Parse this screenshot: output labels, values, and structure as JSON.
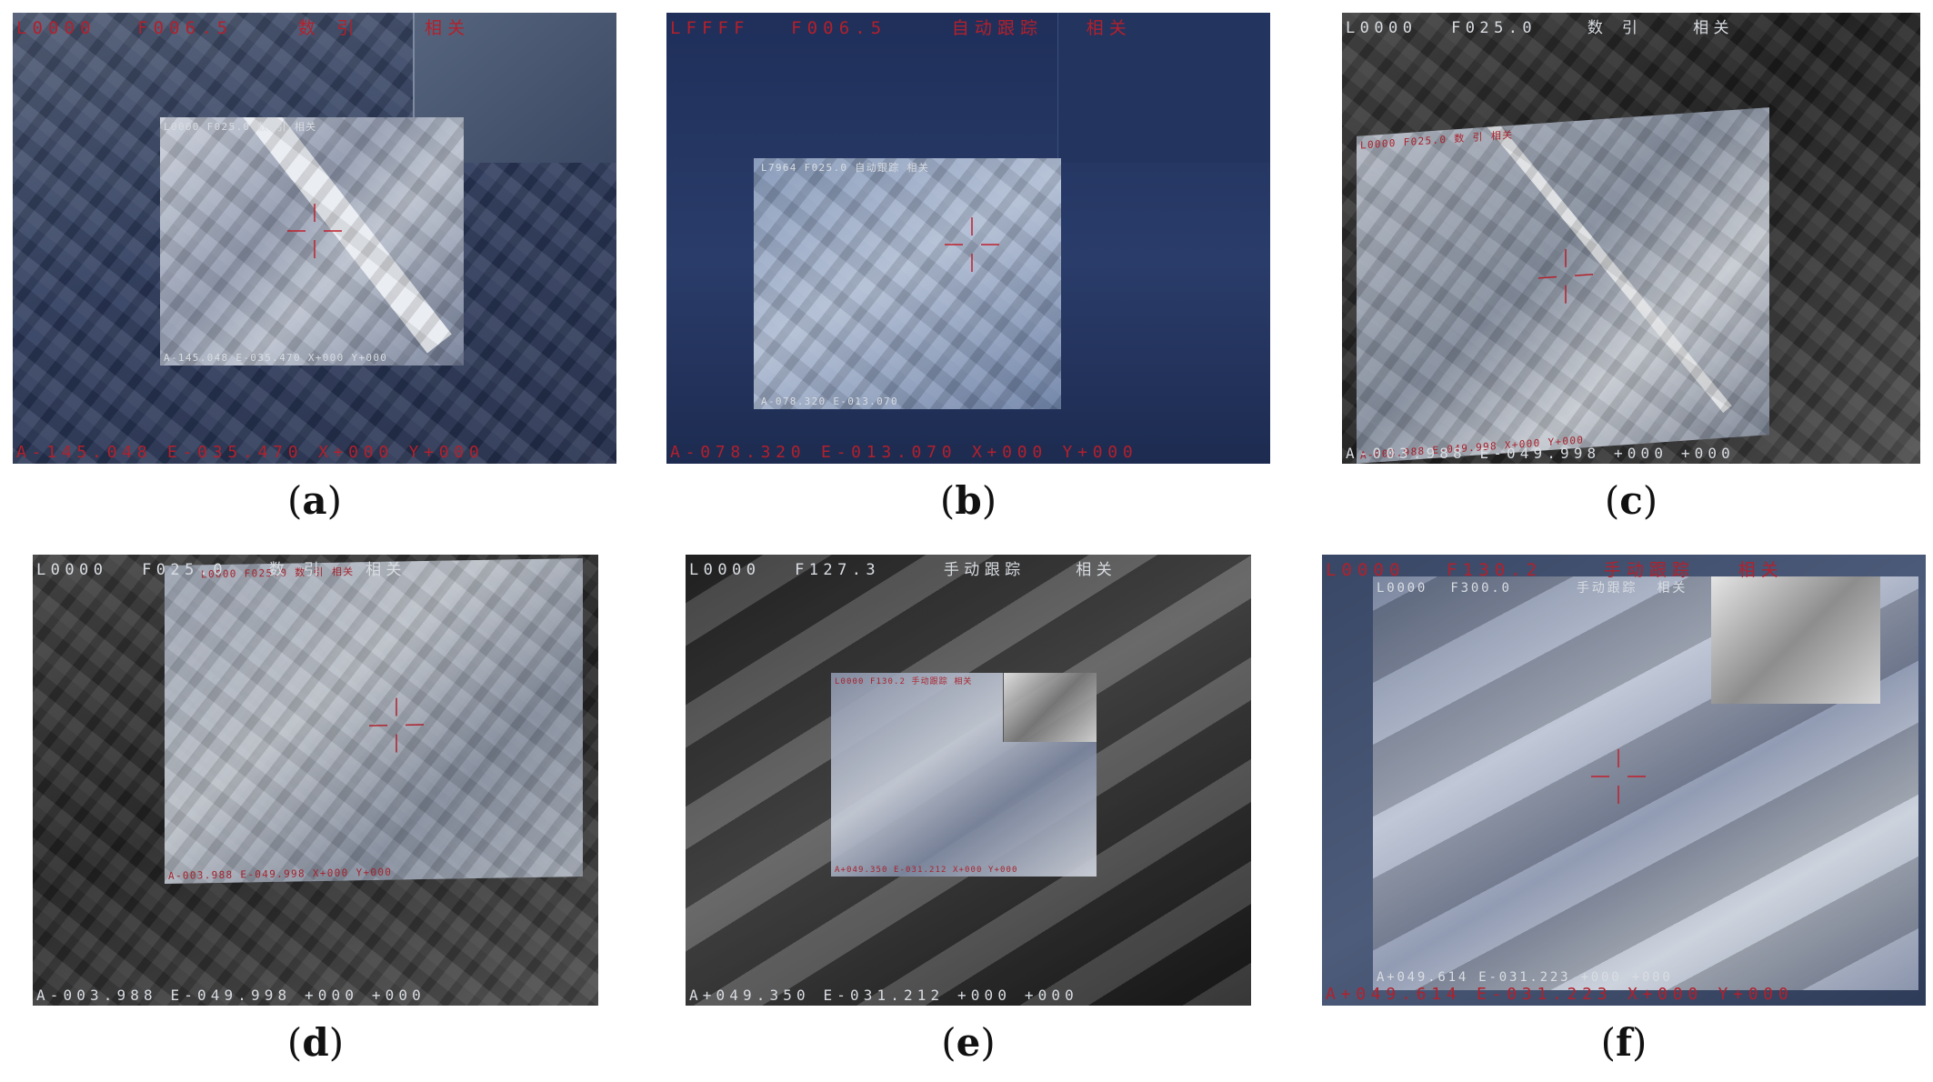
{
  "panels": [
    {
      "id": "a",
      "caption": "a",
      "hud_top": [
        "L0000",
        "F006.5",
        "数 引",
        "相关"
      ],
      "hud_bottom": "A-145.048 E-035.470 X+000 Y+000",
      "sub_hud_top": [
        "L0000",
        "F025.0",
        "数 引",
        "相关"
      ],
      "sub_hud_bottom": "A-145.048 E-035.470 X+000 Y+000"
    },
    {
      "id": "b",
      "caption": "b",
      "hud_top": [
        "LFFFF",
        "F006.5",
        "自动跟踪",
        "相关"
      ],
      "hud_bottom": "A-078.320 E-013.070 X+000 Y+000",
      "sub_hud_top": [
        "L7964",
        "F025.0",
        "自动跟踪",
        "相关"
      ],
      "sub_hud_bottom": "A-078.320 E-013.070"
    },
    {
      "id": "c",
      "caption": "c",
      "hud_top": [
        "L0000",
        "F025.0",
        "数 引",
        "相关"
      ],
      "hud_bottom": "A-003.988 E-049.998 +000 +000",
      "sub_hud_top": [
        "L0000",
        "F025.0",
        "数 引",
        "相关"
      ],
      "sub_hud_bottom": "A-003.988 E-049.998 X+000 Y+000"
    },
    {
      "id": "d",
      "caption": "d",
      "hud_top": [
        "L0000",
        "F025.0",
        "数 引",
        "相关"
      ],
      "hud_bottom": "A-003.988 E-049.998 +000 +000",
      "sub_hud_top": [
        "L0000",
        "F025.0",
        "数 引",
        "相关"
      ],
      "sub_hud_bottom": "A-003.988 E-049.998 X+000 Y+000"
    },
    {
      "id": "e",
      "caption": "e",
      "hud_top": [
        "L0000",
        "F127.3",
        "手动跟踪",
        "相关"
      ],
      "hud_bottom": "A+049.350 E-031.212 +000 +000",
      "sub_hud_top": [
        "L0000",
        "F130.2",
        "手动跟踪",
        "相关"
      ],
      "sub_hud_bottom": "A+049.350 E-031.212 X+000 Y+000"
    },
    {
      "id": "f",
      "caption": "f",
      "hud_top": [
        "L0000",
        "F130.2",
        "手动跟踪",
        "相关"
      ],
      "hud_bottom": "A+049.614 E-031.223 X+000 Y+000",
      "sub_hud_top": [
        "L0000",
        "F300.0",
        "手动跟踪",
        "相关"
      ],
      "sub_hud_bottom": "A+049.614 E-031.223 +000 +000"
    }
  ],
  "colors": {
    "hud_red": "#b3202c",
    "hud_grey": "#d9dde2",
    "crosshair": "#c0202c"
  }
}
